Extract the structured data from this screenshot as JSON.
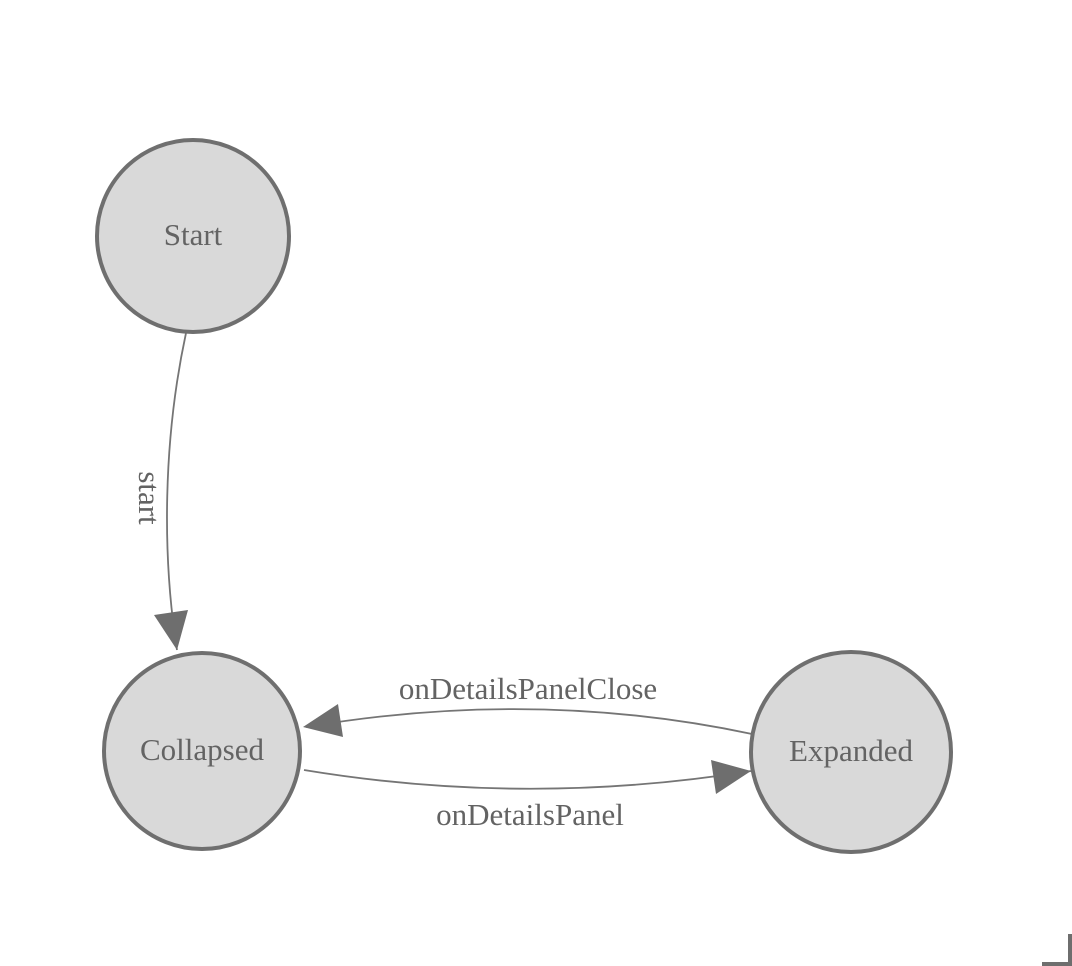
{
  "diagram": {
    "type": "state-machine",
    "colors": {
      "background": "#ffffff",
      "node_fill": "#d9d9d9",
      "node_stroke": "#6f6f6f",
      "edge_stroke": "#757575",
      "arrow_fill": "#6e6e6e",
      "label_color": "#636363"
    },
    "nodes": [
      {
        "label": "Start"
      },
      {
        "label": "Collapsed"
      },
      {
        "label": "Expanded"
      }
    ],
    "edges": [
      {
        "label": "start",
        "from": "Start",
        "to": "Collapsed"
      },
      {
        "label": "onDetailsPanelClose",
        "from": "Expanded",
        "to": "Collapsed"
      },
      {
        "label": "onDetailsPanel",
        "from": "Collapsed",
        "to": "Expanded"
      }
    ]
  }
}
